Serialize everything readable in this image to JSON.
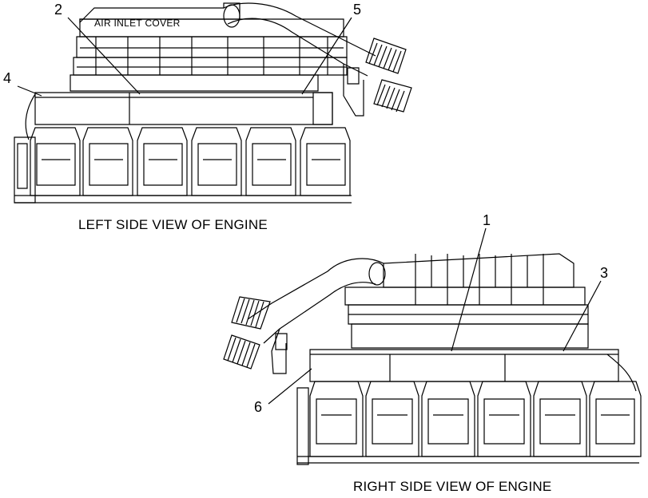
{
  "views": {
    "left": {
      "caption": "LEFT SIDE VIEW OF ENGINE"
    },
    "right": {
      "caption": "RIGHT SIDE VIEW OF ENGINE"
    }
  },
  "labels": {
    "air_inlet_cover": "AIR INLET COVER"
  },
  "callouts": [
    "1",
    "2",
    "3",
    "4",
    "5",
    "6"
  ],
  "colors": {
    "ink": "#000000",
    "paper": "#ffffff"
  }
}
